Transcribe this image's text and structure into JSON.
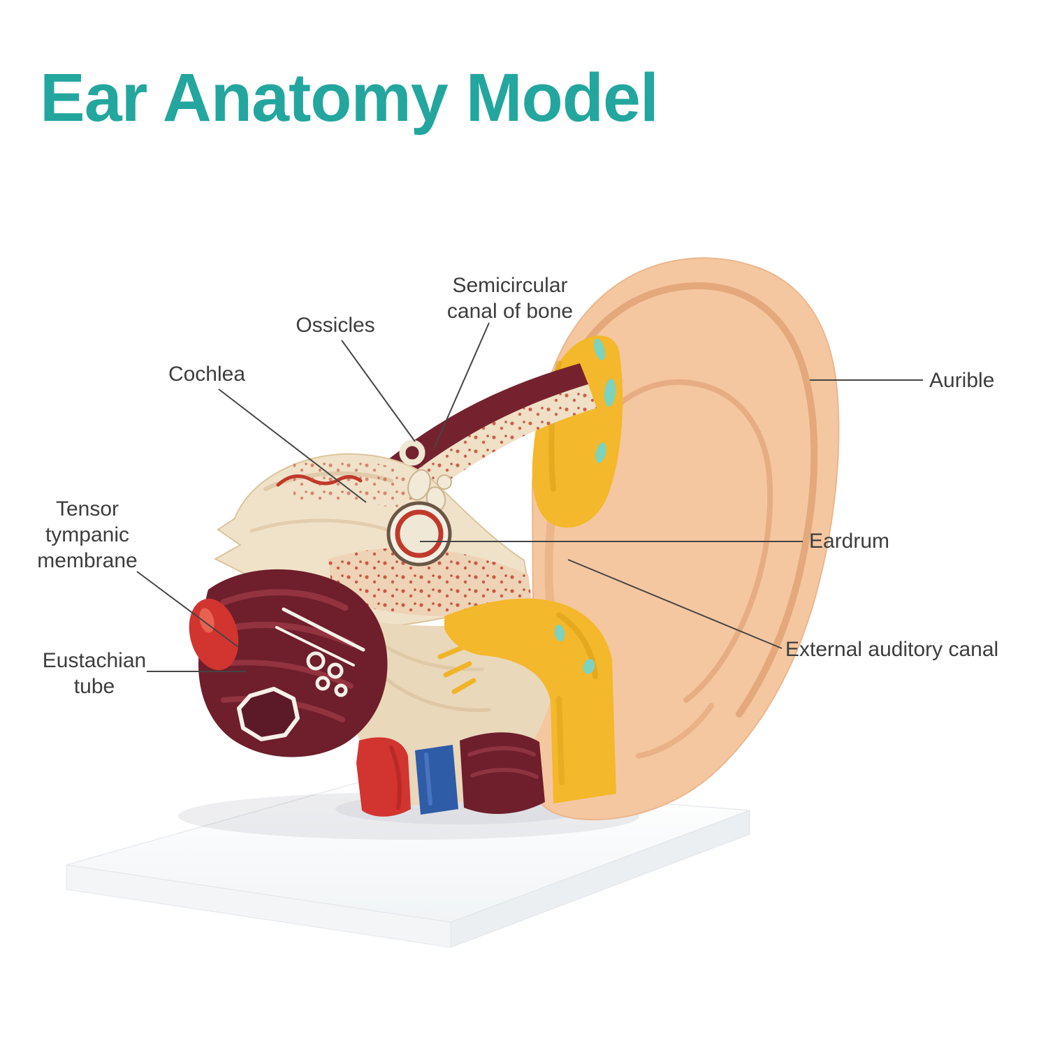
{
  "title": {
    "text": "Ear Anatomy Model",
    "color": "#23a69e"
  },
  "labels": {
    "semicircular_canal": {
      "line1": "Semicircular",
      "line2": "canal of bone"
    },
    "ossicles": "Ossicles",
    "cochlea": "Cochlea",
    "tensor_tympanic_membrane": {
      "line1": "Tensor",
      "line2": "tympanic",
      "line3": "membrane"
    },
    "eustachian_tube": {
      "line1": "Eustachian",
      "line2": "tube"
    },
    "aurible": "Aurible",
    "eardrum": "Eardrum",
    "external_auditory_canal": "External auditory canal"
  },
  "illustration": {
    "subject": "ear-anatomy-model-on-display-base",
    "colors": {
      "skin": "#f5c7a0",
      "skin_shade": "#e0a277",
      "bone_cream": "#f0e2c8",
      "bone_cream_dark": "#ead8bb",
      "canal_pink": "#eed3b6",
      "speckle_red": "#c64a38",
      "yellow": "#f3b82b",
      "maroon": "#6e1f2b",
      "maroon_band": "#75222f",
      "bright_red": "#d23430",
      "blue": "#2f5ca6",
      "teal_marks": "#7cd3bf",
      "ossicle_white": "#f2ead6",
      "eardrum_white": "#f4efe3",
      "eardrum_ring_red": "#c03a2c",
      "base_white": "#ffffff",
      "base_side": "#eceff2",
      "leader_line": "#454545"
    }
  }
}
